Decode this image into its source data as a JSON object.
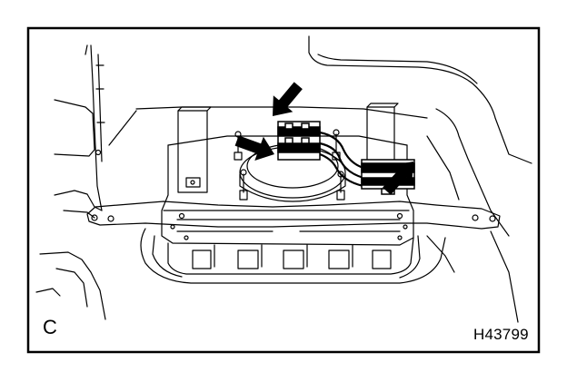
{
  "figure": {
    "view_letter": "C",
    "figure_code": "H43799",
    "colors": {
      "line": "#000000",
      "background": "#ffffff"
    },
    "arrows": [
      "arrow-top",
      "arrow-left",
      "arrow-right"
    ]
  }
}
